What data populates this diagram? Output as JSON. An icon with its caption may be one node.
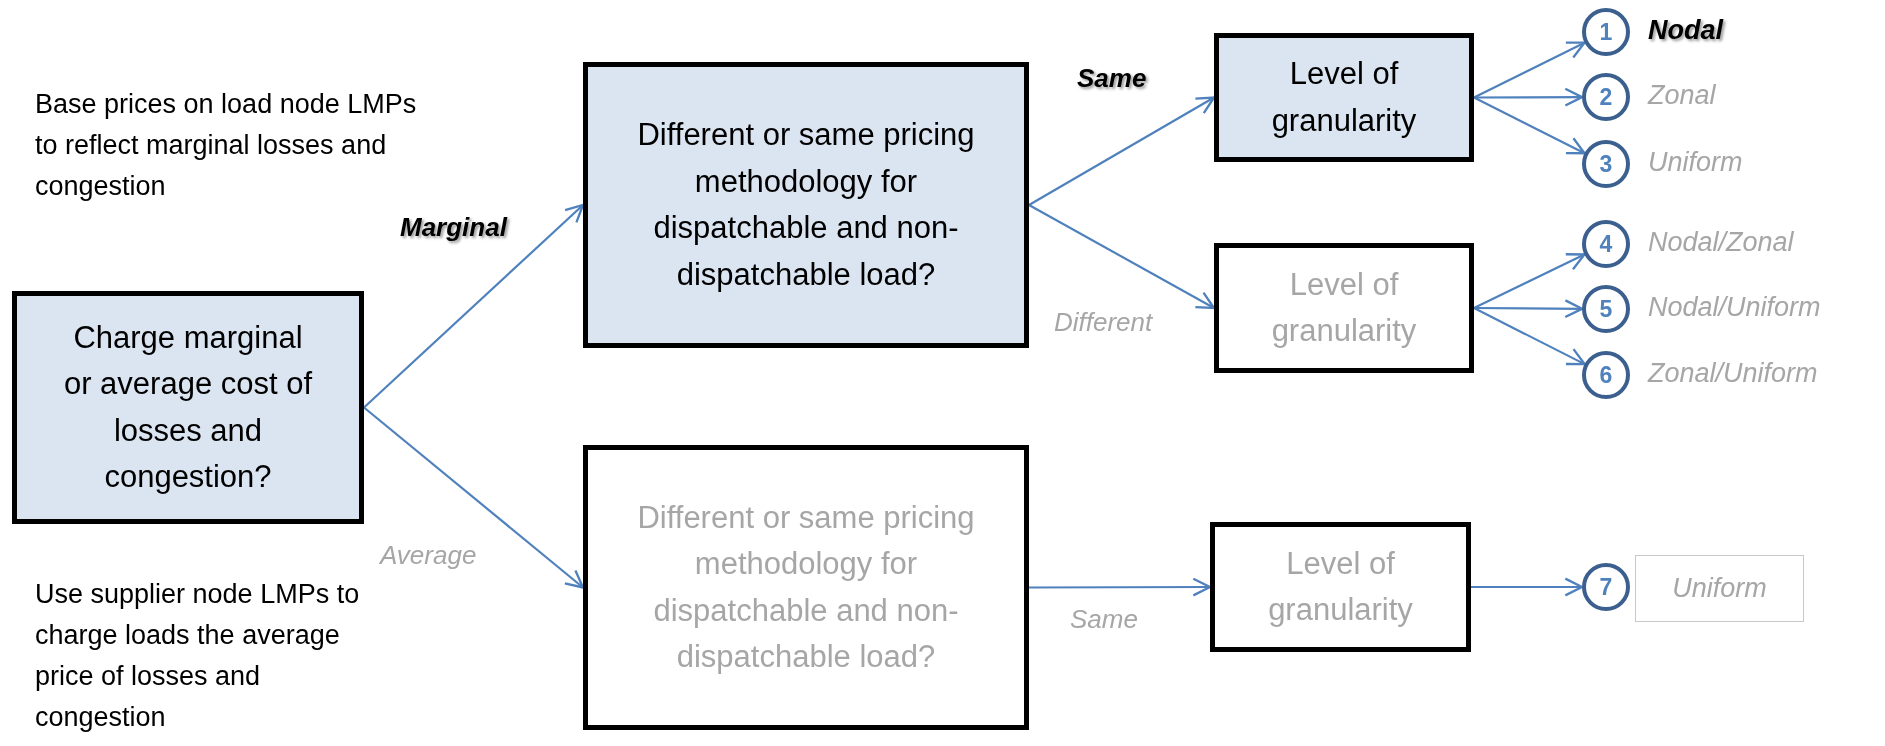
{
  "diagram": {
    "nodes": [
      {
        "text": [
          "Charge marginal or average cost of losses and congestion?"
        ]
      },
      {
        "text": [
          "Different or same pricing methodology for dispatchable and non-dispatchable load?"
        ]
      },
      {
        "text": [
          "Different or same pricing methodology for dispatchable and non-dispatchable load?"
        ]
      },
      {
        "text": [
          "Level of granularity"
        ]
      },
      {
        "text": [
          "Level of granularity"
        ]
      },
      {
        "text": [
          "Level of granularity"
        ]
      },
      {
        "text": [
          "1"
        ],
        "beside": [
          "Nodal"
        ]
      },
      {
        "text": [
          "2"
        ],
        "beside": [
          "Zonal"
        ]
      },
      {
        "text": [
          "3"
        ],
        "beside": [
          "Uniform"
        ]
      },
      {
        "text": [
          "4"
        ],
        "beside": [
          "Nodal/Zonal"
        ]
      },
      {
        "text": [
          "5"
        ],
        "beside": [
          "Nodal/Uniform"
        ]
      },
      {
        "text": [
          "6"
        ],
        "beside": [
          "Zonal/Uniform"
        ]
      },
      {
        "text": [
          "7"
        ]
      },
      {
        "text": [
          "Uniform"
        ]
      }
    ],
    "edges": [
      {
        "from": 0,
        "to": 1,
        "arrow": "to",
        "label": "Marginal"
      },
      {
        "from": 0,
        "to": 2,
        "arrow": "to",
        "label": "Average"
      },
      {
        "from": 1,
        "to": 3,
        "arrow": "to",
        "label": "Same"
      },
      {
        "from": 1,
        "to": 4,
        "arrow": "to",
        "label": "Different"
      },
      {
        "from": 2,
        "to": 5,
        "arrow": "to",
        "label": "Same"
      },
      {
        "from": 3,
        "to": 6,
        "arrow": "to"
      },
      {
        "from": 3,
        "to": 7,
        "arrow": "to"
      },
      {
        "from": 3,
        "to": 8,
        "arrow": "to"
      },
      {
        "from": 4,
        "to": 9,
        "arrow": "to"
      },
      {
        "from": 4,
        "to": 10,
        "arrow": "to"
      },
      {
        "from": 4,
        "to": 11,
        "arrow": "to"
      },
      {
        "from": 5,
        "to": 12,
        "arrow": "to"
      }
    ],
    "labels": [
      "Base prices on load node LMPs to reflect marginal losses and congestion",
      "Use supplier node LMPs to charge loads the average price of losses and congestion"
    ]
  }
}
